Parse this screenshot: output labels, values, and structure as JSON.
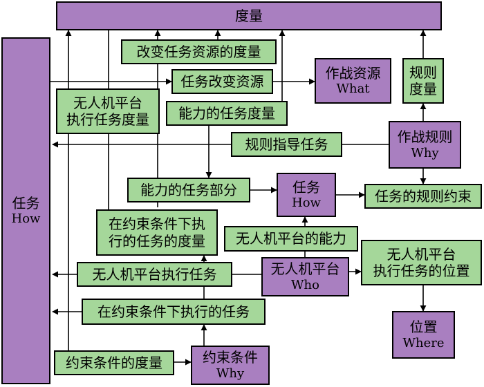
{
  "nodes": {
    "measure": {
      "zh": "度量"
    },
    "task": {
      "zh": "任务",
      "en": "How"
    },
    "change_measure": {
      "zh": "改变任务资源的度量"
    },
    "task_change": {
      "zh": "任务改变资源"
    },
    "resource": {
      "zh": "作战资源",
      "en": "What"
    },
    "rule_measure": {
      "zh1": "规则",
      "zh2": "度量"
    },
    "uav_exec_measure": {
      "zh1": "无人机平台",
      "zh2": "执行任务度量"
    },
    "cap_task_measure": {
      "zh": "能力的任务度量"
    },
    "rule_guide": {
      "zh": "规则指导任务"
    },
    "rules": {
      "zh": "作战规则",
      "en": "Why"
    },
    "cap_part": {
      "zh": "能力的任务部分"
    },
    "task_how": {
      "zh": "任务",
      "en": "How"
    },
    "rule_constraint": {
      "zh": "任务的规则约束"
    },
    "constrained_measure": {
      "zh1": "在约束条件下执",
      "zh2": "行的任务的度量"
    },
    "uav_cap": {
      "zh": "无人机平台的能力"
    },
    "uav_pos": {
      "zh1": "无人机平台",
      "zh2": "执行任务的位置"
    },
    "uav_exec": {
      "zh": "无人机平台执行任务"
    },
    "uav": {
      "zh": "无人机平台",
      "en": "Who"
    },
    "constrained_exec": {
      "zh": "在约束条件下执行的任务"
    },
    "location": {
      "zh": "位置",
      "en": "Where"
    },
    "cond_measure": {
      "zh": "约束条件的度量"
    },
    "conditions": {
      "zh": "约束条件",
      "en": "Why"
    }
  },
  "colors": {
    "purple": "#a97fc0",
    "green": "#a5d79a",
    "line": "#000000"
  }
}
